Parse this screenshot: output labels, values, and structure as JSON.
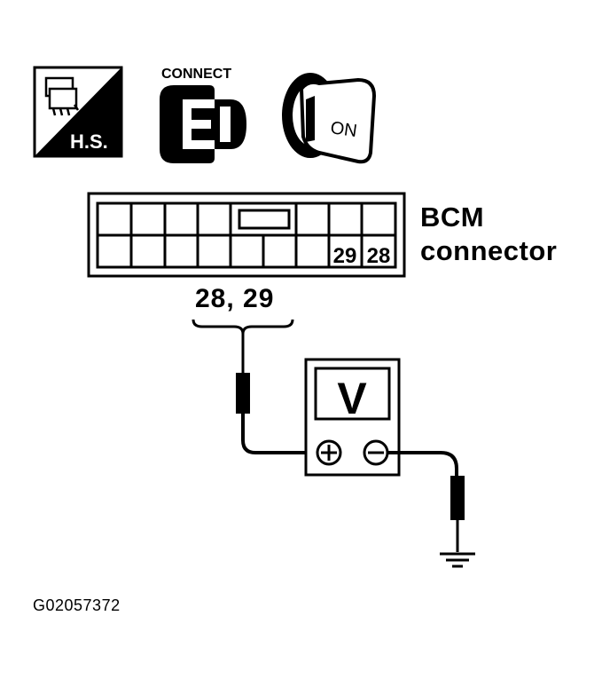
{
  "icons": {
    "harness_label": "H.S.",
    "connect_label": "CONNECT",
    "ignition_label": "ON"
  },
  "connector": {
    "name_line1": "BCM",
    "name_line2": "connector",
    "pin_a": "29",
    "pin_b": "28",
    "pin_range": "28, 29"
  },
  "meter": {
    "symbol": "V",
    "positive_symbol": "+",
    "negative_symbol": "−"
  },
  "figure_id": "G02057372"
}
